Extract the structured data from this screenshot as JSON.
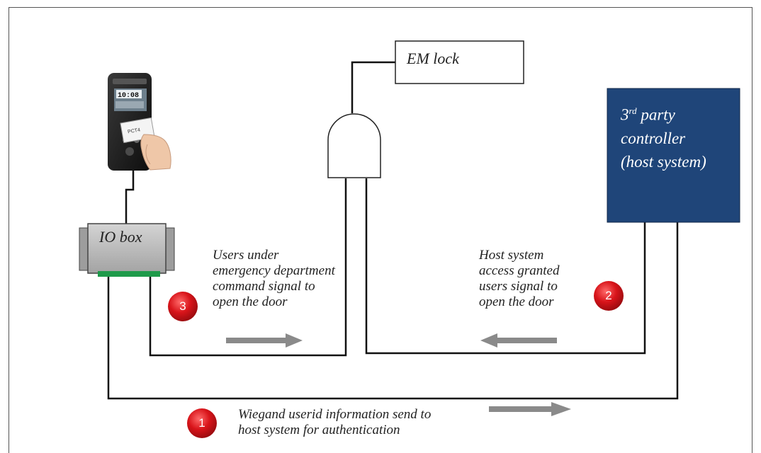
{
  "diagram": {
    "em_lock": {
      "label": "EM lock"
    },
    "io_box": {
      "label": "IO box"
    },
    "host": {
      "line1_prefix": "3",
      "line1_sup": "rd",
      "line1_suffix": " party",
      "line2": "controller",
      "line3": "(host system)"
    },
    "steps": [
      {
        "number": "1",
        "lines": [
          "Wiegand userid information send to",
          "host system for authentication"
        ]
      },
      {
        "number": "2",
        "lines": [
          "Host system",
          "access granted",
          "users signal to",
          "open the door"
        ]
      },
      {
        "number": "3",
        "lines": [
          "Users under",
          "emergency department",
          "command signal to",
          "open the door"
        ]
      }
    ],
    "device_screen_time": "10:08",
    "colors": {
      "host_box": "#1f4579",
      "step_badge": "#d8141a",
      "arrow": "#8a8a8a",
      "io_box": "#b7b7b7",
      "io_connector": "#1f9a4a",
      "wire": "#111111"
    }
  }
}
